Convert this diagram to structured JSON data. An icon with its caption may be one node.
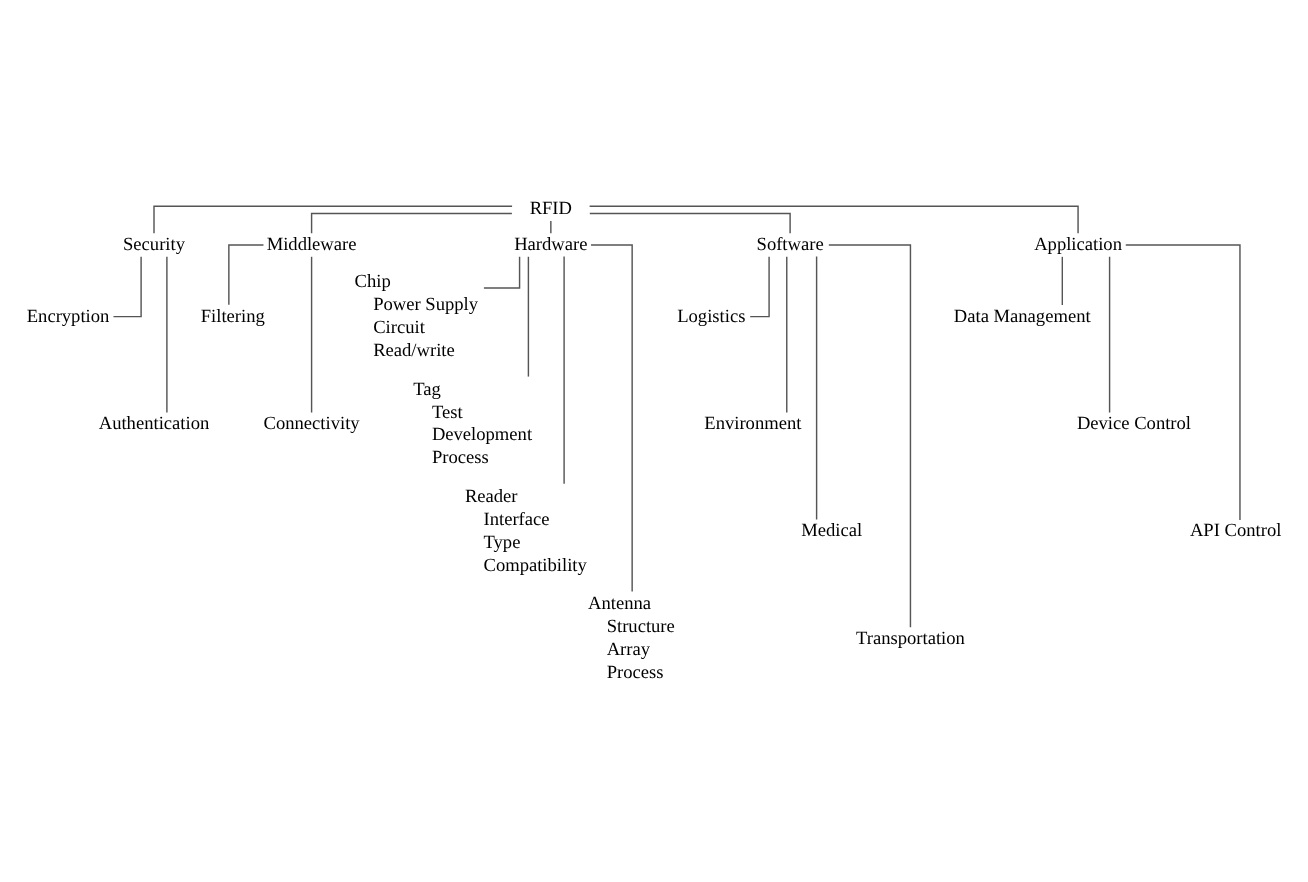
{
  "diagram": {
    "nodes": [
      {
        "text": [
          "RFID"
        ]
      },
      {
        "text": [
          "Security"
        ]
      },
      {
        "text": [
          "Middleware"
        ]
      },
      {
        "text": [
          "Hardware"
        ]
      },
      {
        "text": [
          "Software"
        ]
      },
      {
        "text": [
          "Application"
        ]
      },
      {
        "text": [
          "Encryption"
        ]
      },
      {
        "text": [
          "Authentication"
        ]
      },
      {
        "text": [
          "Filtering"
        ]
      },
      {
        "text": [
          "Connectivity"
        ]
      },
      {
        "text": [
          "Chip"
        ],
        "beside": [
          "Power Supply",
          "Circuit",
          "Read/write"
        ]
      },
      {
        "text": [
          "Tag"
        ],
        "beside": [
          "Test",
          "Development",
          "Process"
        ]
      },
      {
        "text": [
          "Reader"
        ],
        "beside": [
          "Interface",
          "Type",
          "Compatibility"
        ]
      },
      {
        "text": [
          "Antenna"
        ],
        "beside": [
          "Structure",
          "Array",
          "Process"
        ]
      },
      {
        "text": [
          "Logistics"
        ]
      },
      {
        "text": [
          "Environment"
        ]
      },
      {
        "text": [
          "Medical"
        ]
      },
      {
        "text": [
          "Transportation"
        ]
      },
      {
        "text": [
          "Data Management"
        ]
      },
      {
        "text": [
          "Device Control"
        ]
      },
      {
        "text": [
          "API Control"
        ]
      }
    ],
    "edges": [
      {
        "from": 0,
        "to": 1,
        "arrow": "none"
      },
      {
        "from": 0,
        "to": 2,
        "arrow": "none"
      },
      {
        "from": 0,
        "to": 3,
        "arrow": "none"
      },
      {
        "from": 0,
        "to": 4,
        "arrow": "none"
      },
      {
        "from": 0,
        "to": 5,
        "arrow": "none"
      },
      {
        "from": 1,
        "to": 6,
        "arrow": "none"
      },
      {
        "from": 1,
        "to": 7,
        "arrow": "none"
      },
      {
        "from": 2,
        "to": 8,
        "arrow": "none"
      },
      {
        "from": 2,
        "to": 9,
        "arrow": "none"
      },
      {
        "from": 3,
        "to": 10,
        "arrow": "none"
      },
      {
        "from": 3,
        "to": 11,
        "arrow": "none"
      },
      {
        "from": 3,
        "to": 12,
        "arrow": "none"
      },
      {
        "from": 3,
        "to": 13,
        "arrow": "none"
      },
      {
        "from": 4,
        "to": 14,
        "arrow": "none"
      },
      {
        "from": 4,
        "to": 15,
        "arrow": "none"
      },
      {
        "from": 4,
        "to": 16,
        "arrow": "none"
      },
      {
        "from": 4,
        "to": 17,
        "arrow": "none"
      },
      {
        "from": 5,
        "to": 18,
        "arrow": "none"
      },
      {
        "from": 5,
        "to": 19,
        "arrow": "none"
      },
      {
        "from": 5,
        "to": 20,
        "arrow": "none"
      }
    ]
  }
}
